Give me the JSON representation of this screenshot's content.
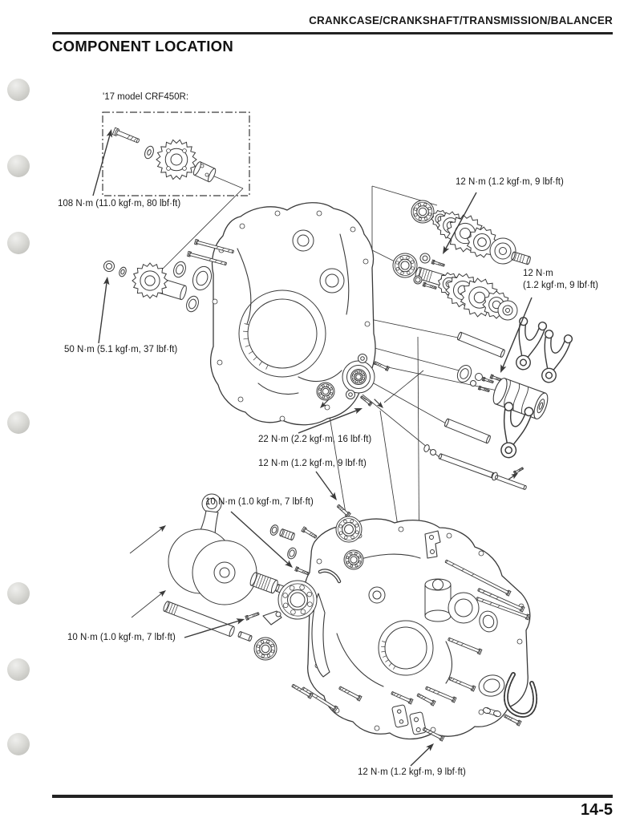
{
  "page": {
    "header_title": "CRANKCASE/CRANKSHAFT/TRANSMISSION/BALANCER",
    "section_title": "COMPONENT LOCATION",
    "page_number": "14-5"
  },
  "diagram": {
    "model_note": "'17 model CRF450R:",
    "torque_labels": [
      {
        "name": "primary-gear-bolt-torque",
        "text": "108 N·m (11.0 kgf·m, 80 lbf·ft)"
      },
      {
        "name": "mainshaft-bearing-bolt-torque",
        "text": "12 N·m (1.2 kgf·m, 9 lbf·ft)"
      },
      {
        "name": "shift-drum-bolt-torque",
        "text": "12 N·m\n(1.2 kgf·m, 9 lbf·ft)"
      },
      {
        "name": "balancer-nut-torque",
        "text": "50 N·m (5.1 kgf·m, 37 lbf·ft)"
      },
      {
        "name": "bearing-plate-bolt-torque-22",
        "text": "22 N·m (2.2 kgf·m, 16 lbf·ft)"
      },
      {
        "name": "bearing-plate-bolt-torque-12",
        "text": "12 N·m (1.2 kgf·m, 9 lbf·ft)"
      },
      {
        "name": "crankcase-bolt-torque-upper",
        "text": "10 N·m (1.0 kgf·m, 7 lbf·ft)"
      },
      {
        "name": "crankcase-bolt-torque-lower",
        "text": "10 N·m (1.0 kgf·m, 7 lbf·ft)"
      },
      {
        "name": "sealing-bolt-torque",
        "text": "12 N·m (1.2 kgf·m, 9 lbf·ft)"
      }
    ]
  },
  "colors": {
    "line": "#3a3a3a",
    "text": "#1a1a1a",
    "rule": "#222222",
    "paper": "#ffffff",
    "binder_hole": "#d9d9d5"
  }
}
